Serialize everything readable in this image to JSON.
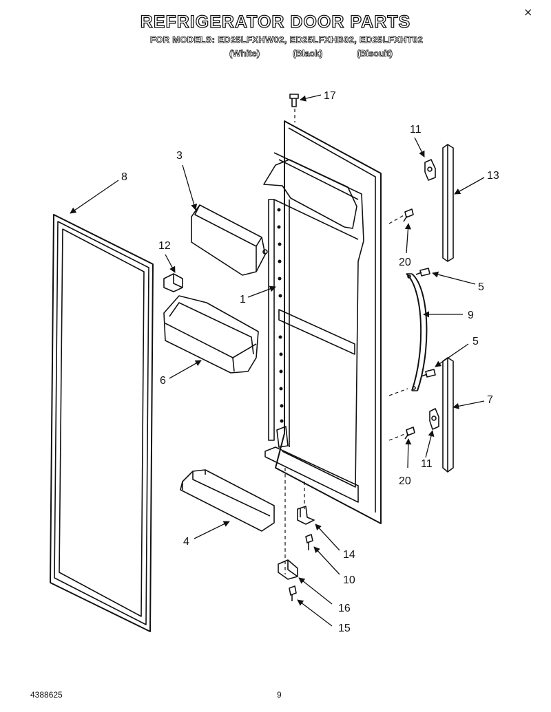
{
  "header": {
    "title": "REFRIGERATOR DOOR PARTS",
    "models_line": "FOR MODELS: ED25LFXHW02, ED25LFXHB02, ED25LFXHT02",
    "colors": [
      "(White)",
      "(Black)",
      "(Biscuit)"
    ]
  },
  "corner_mark": "×",
  "callouts": [
    {
      "id": "1",
      "label": "1"
    },
    {
      "id": "3",
      "label": "3"
    },
    {
      "id": "4",
      "label": "4"
    },
    {
      "id": "5a",
      "label": "5"
    },
    {
      "id": "5b",
      "label": "5"
    },
    {
      "id": "6",
      "label": "6"
    },
    {
      "id": "7",
      "label": "7"
    },
    {
      "id": "8",
      "label": "8"
    },
    {
      "id": "9",
      "label": "9"
    },
    {
      "id": "10",
      "label": "10"
    },
    {
      "id": "11a",
      "label": "11"
    },
    {
      "id": "11b",
      "label": "11"
    },
    {
      "id": "12",
      "label": "12"
    },
    {
      "id": "13",
      "label": "13"
    },
    {
      "id": "14",
      "label": "14"
    },
    {
      "id": "15",
      "label": "15"
    },
    {
      "id": "16",
      "label": "16"
    },
    {
      "id": "17",
      "label": "17"
    },
    {
      "id": "20a",
      "label": "20"
    },
    {
      "id": "20b",
      "label": "20"
    }
  ],
  "footer": {
    "doc_number": "4388625",
    "page_number": "9"
  }
}
